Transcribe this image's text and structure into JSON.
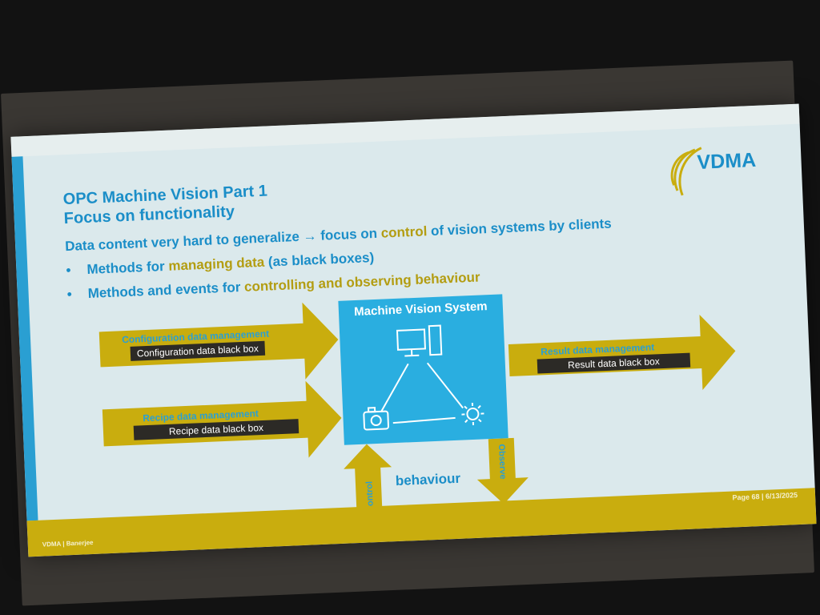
{
  "slide": {
    "logo": "VDMA",
    "title_line1": "OPC Machine Vision Part 1",
    "title_line2": "Focus on functionality",
    "subtitle_pre": "Data content very hard to generalize → focus on ",
    "subtitle_hl": "control",
    "subtitle_post": " of vision systems by clients",
    "bullets": [
      {
        "pre": "Methods for ",
        "hl": "managing data",
        "post": " (as black boxes)"
      },
      {
        "pre": "Methods and events for ",
        "hl": "controlling and observing behaviour",
        "post": ""
      }
    ],
    "diagram": {
      "system_title": "Machine Vision System",
      "config_label": "Configuration data management",
      "config_box": "Configuration data black box",
      "recipe_label": "Recipe data management",
      "recipe_box": "Recipe data black box",
      "result_label": "Result data management",
      "result_box": "Result data black box",
      "control": "Control",
      "observe": "Observe",
      "behaviour": "behaviour"
    },
    "footer_page": "Page 68 | 6/13/2025",
    "footer_left": "VDMA | Banerjee"
  },
  "colors": {
    "blue": "#1b8ec8",
    "yellow": "#c9ad0e",
    "box": "#2aaee0"
  }
}
